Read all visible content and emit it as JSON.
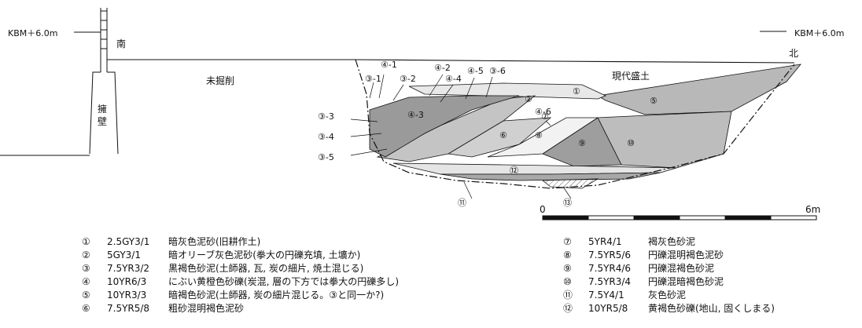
{
  "labels": {
    "kbm_left": "KBM＋6.0m",
    "kbm_right": "KBM＋6.0m",
    "south": "南",
    "north": "北",
    "unexcavated": "未掘削",
    "modern_fill": "現代盛土",
    "retaining_wall_1": "擁",
    "retaining_wall_2": "壁"
  },
  "scale": {
    "zero": "0",
    "end": "6m"
  },
  "layer_labels": {
    "l3_1": "③-1",
    "l3_2": "③-2",
    "l3_3": "③-3",
    "l3_4": "③-4",
    "l3_5": "③-5",
    "l3_6": "③-6",
    "l4_1": "④-1",
    "l4_2": "④-2",
    "l4_3": "④-3",
    "l4_4": "④-4",
    "l4_5": "④-5",
    "l4_6": "④-6",
    "c1": "①",
    "c2": "②",
    "c5": "⑤",
    "c6": "⑥",
    "c7": "⑦",
    "c8": "⑧",
    "c9": "⑨",
    "c10": "⑩",
    "c11": "⑪",
    "c12": "⑫",
    "c13": "⑬"
  },
  "legend_left": [
    {
      "num": "①",
      "code": "2.5GY3/1",
      "desc": "暗灰色泥砂(旧耕作土)"
    },
    {
      "num": "②",
      "code": "5GY3/1",
      "desc": "暗オリーブ灰色泥砂(拳大の円礫充填, 土壙か)"
    },
    {
      "num": "③",
      "code": "7.5YR3/2",
      "desc": "黒褐色砂泥(土師器, 瓦, 炭の細片, 焼土混じる)"
    },
    {
      "num": "④",
      "code": "10YR6/3",
      "desc": "にぶい黄橙色砂礫(炭混, 層の下方では拳大の円礫多し)"
    },
    {
      "num": "⑤",
      "code": "10YR3/3",
      "desc": "暗褐色砂泥(土師器, 炭の細片混じる。③と同一か?)"
    },
    {
      "num": "⑥",
      "code": "7.5YR5/8",
      "desc": "粗砂混明褐色泥砂"
    }
  ],
  "legend_right": [
    {
      "num": "⑦",
      "code": "5YR4/1",
      "desc": "褐灰色砂泥"
    },
    {
      "num": "⑧",
      "code": "7.5YR5/6",
      "desc": "円礫混明褐色泥砂"
    },
    {
      "num": "⑨",
      "code": "7.5YR4/6",
      "desc": "円礫混褐色砂泥"
    },
    {
      "num": "⑩",
      "code": "7.5YR3/4",
      "desc": "円礫混暗褐色砂泥"
    },
    {
      "num": "⑪",
      "code": "7.5Y4/1",
      "desc": "灰色砂泥"
    },
    {
      "num": "⑫",
      "code": "10YR5/8",
      "desc": "黄褐色砂礫(地山, 固くしまる)"
    }
  ]
}
